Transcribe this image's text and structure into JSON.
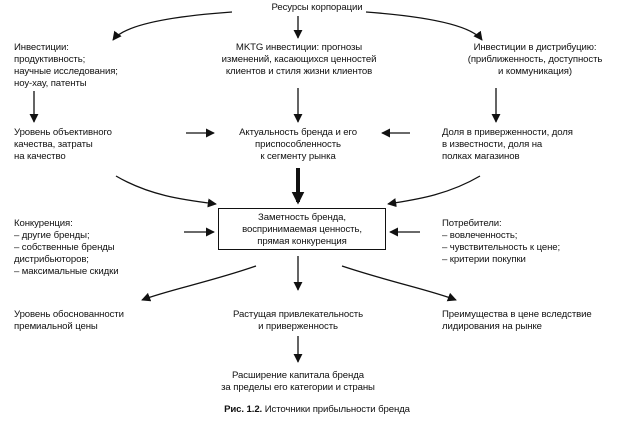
{
  "nodes": {
    "top": "Ресурсы корпорации",
    "investments": "Инвестиции:\nпродуктивность;\nнаучные исследования;\nноу-хау, патенты",
    "mktg": "MKTG инвестиции: прогнозы\nизменений, касающихся ценностей\nклиентов и стиля жизни клиентов",
    "distribution": "Инвестиции в дистрибуцию:\n(приближенность, доступность\nи коммуникация)",
    "quality": "Уровень объективного\nкачества, затраты\nна качество",
    "relevance": "Актуальность бренда и его\nприспособленность\nк сегменту рынка",
    "share": "Доля в приверженности, доля\nв известности, доля на\nполках магазинов",
    "center": "Заметность бренда,\nвоспринимаемая ценность,\nпрямая конкуренция",
    "competition": "Конкуренция:\n– другие бренды;\n– собственные бренды\n  дистрибьюторов;\n– максимальные скидки",
    "consumers": "Потребители:\n– вовлеченность;\n– чувствительность к цене;\n– критерии покупки",
    "premium": "Уровень обоснованности\nпремиальной цены",
    "attractiveness": "Растущая привлекательность\nи приверженность",
    "price_advantage": "Преимущества в цене вследствие\nлидирования на рынке",
    "equity": "Расширение капитала бренда\nза пределы его категории и страны"
  },
  "caption": {
    "number": "Рис. 1.2.",
    "text": "Источники прибыльности бренда"
  }
}
